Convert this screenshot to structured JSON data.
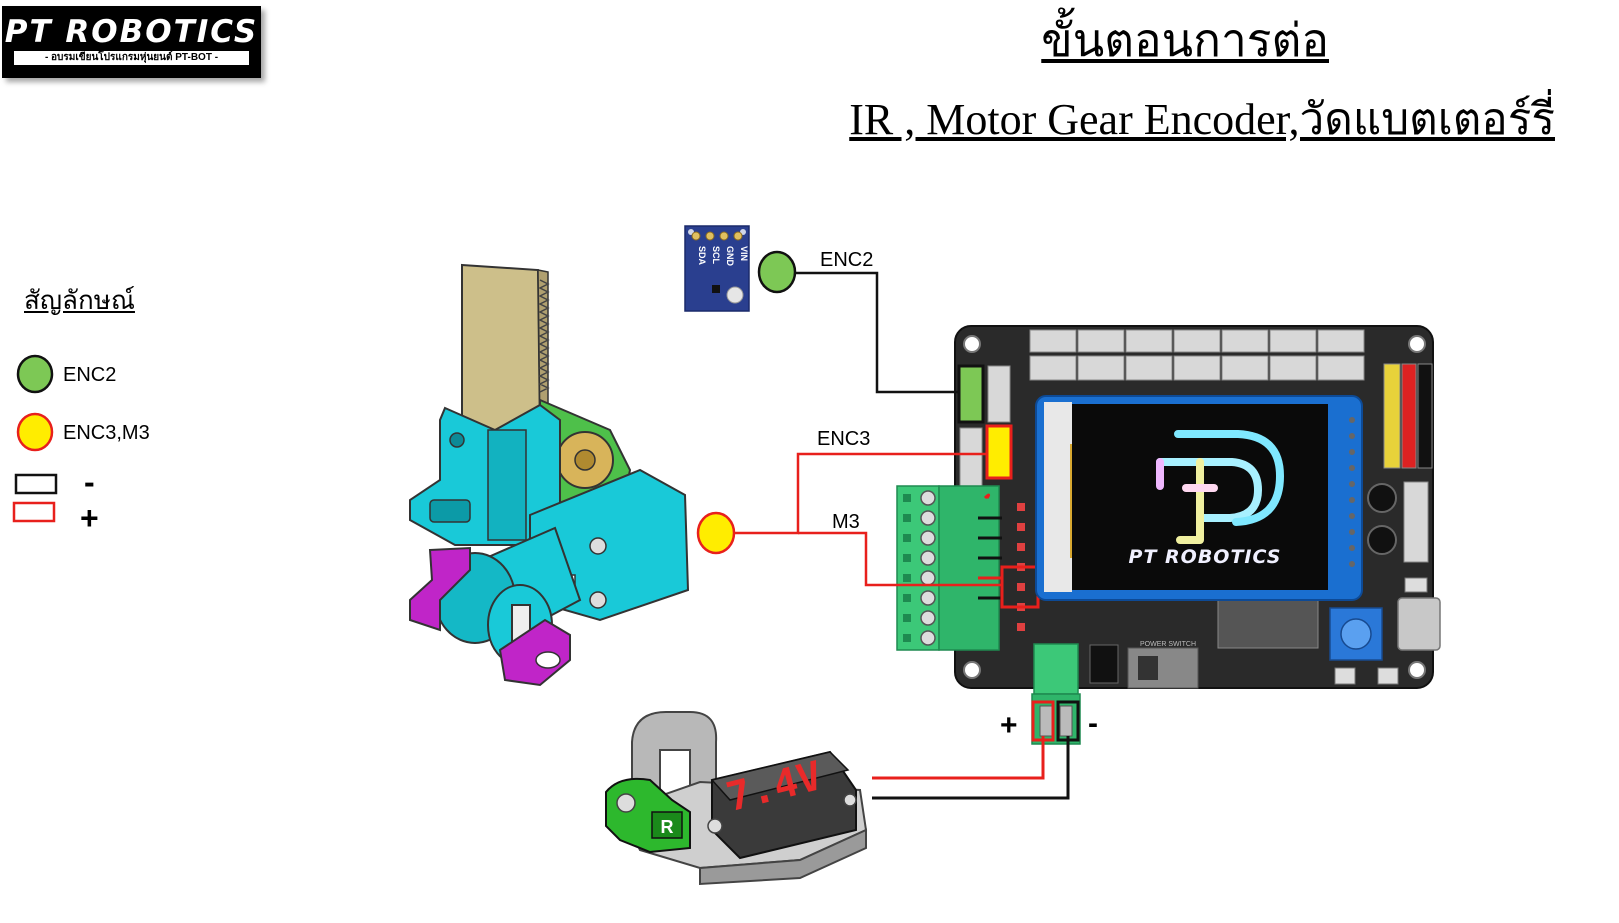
{
  "header": {
    "logo_brand": "PT ROBOTICS",
    "logo_tagline": "- อบรมเขียนโปรแกรมหุ่นยนต์ PT-BOT -",
    "title_line1": "ขั้นตอนการต่อ",
    "title_line2": "IR , Motor Gear Encoder,วัดแบตเตอร์รี่"
  },
  "legend": {
    "title": "สัญลักษณ์",
    "items": [
      {
        "label": "ENC2",
        "color": "#7dc855"
      },
      {
        "label": "ENC3,M3",
        "color": "#ffed00"
      }
    ],
    "negative_sign": "-",
    "positive_sign": "+"
  },
  "diagram": {
    "enc2_label": "ENC2",
    "enc3_label": "ENC3",
    "m3_label": "M3",
    "battery_voltage": "7.4V",
    "battery_plus": "+",
    "battery_minus": "-",
    "board_brand": "PT ROBOTICS",
    "sensor_pins": [
      "VIN",
      "GND",
      "SCL",
      "SDA"
    ],
    "power_switch_label": "POWER SWITCH",
    "battery_side_label": "R"
  },
  "colors": {
    "wire_red": "#e8201c",
    "wire_black": "#111111",
    "enc2_green": "#7dc855",
    "enc3_yellow": "#ffed00",
    "board_dark": "#2a2a2a",
    "terminal_green": "#3cc878",
    "motor_cyan": "#19c9d8",
    "mount_magenta": "#c025c8",
    "sensor_blue": "#2a3f8f"
  }
}
